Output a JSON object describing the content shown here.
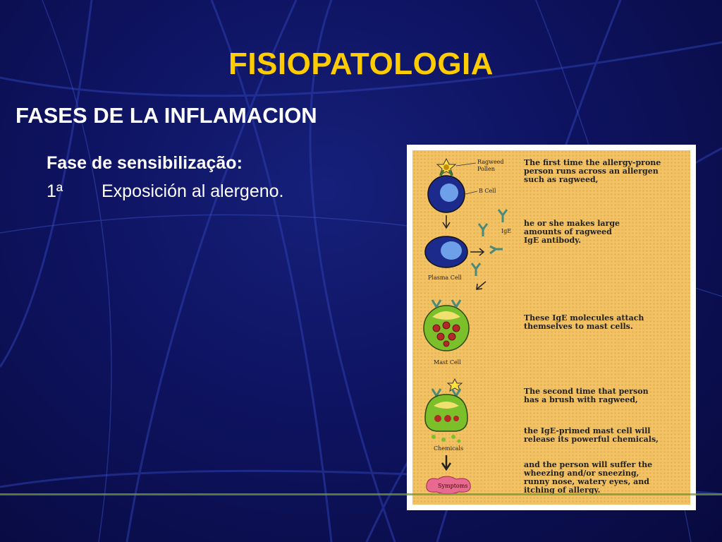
{
  "slide": {
    "title": "FISIOPATOLOGIA",
    "subtitle": "FASES DE LA INFLAMACION",
    "phase_heading": "Fase de sensibilização:",
    "step_number": "1ª",
    "step_text": "Exposición al alergeno."
  },
  "figure": {
    "labels": {
      "ragweed_pollen_line1": "Ragweed",
      "ragweed_pollen_line2": "Pollen",
      "b_cell": "B Cell",
      "ige": "IgE",
      "plasma_cell": "Plasma Cell",
      "mast_cell": "Mast Cell",
      "chemicals": "Chemicals",
      "symptoms": "Symptoms"
    },
    "captions": {
      "c1_line1": "The first time the allergy-prone",
      "c1_line2": "person runs across an allergen",
      "c1_line3": "such as ragweed,",
      "c2_line1": "he or she makes large",
      "c2_line2": "amounts of ragweed",
      "c2_line3": "IgE antibody.",
      "c3_line1": "These IgE molecules attach",
      "c3_line2": "themselves to mast cells.",
      "c4_line1": "The second time that person",
      "c4_line2": "has a brush with ragweed,",
      "c5_line1": "the IgE-primed mast cell will",
      "c5_line2": "release its powerful chemicals,",
      "c6_line1": "and the person will suffer the",
      "c6_line2": "wheezing and/or sneezing,",
      "c6_line3": "runny nose, watery eyes, and",
      "c6_line4": "itching of allergy."
    }
  },
  "colors": {
    "background": "#0e1360",
    "title": "#ffcc00",
    "text": "#ffffff",
    "figure_bg": "#f2c264",
    "bottom_line": "#6f9a3a"
  }
}
